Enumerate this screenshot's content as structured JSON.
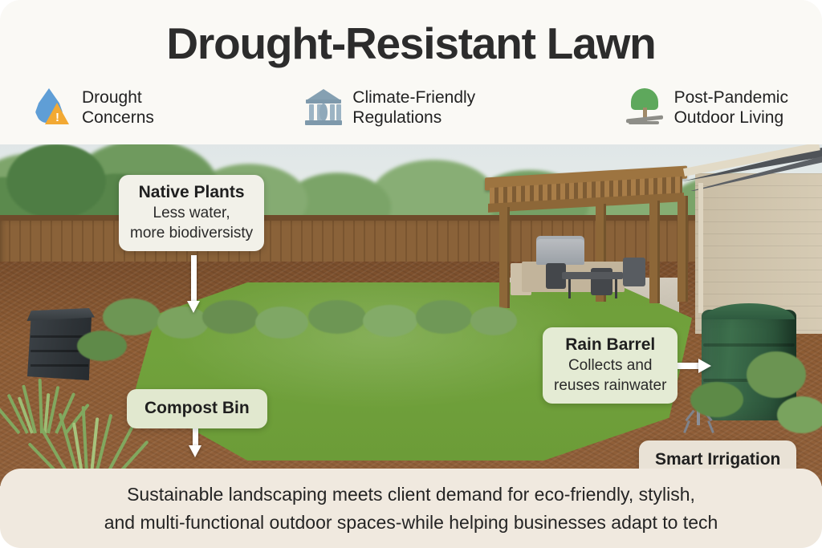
{
  "header": {
    "title": "Drought-Resistant Lawn",
    "chips": [
      {
        "icon": "water-drop-warning-icon",
        "line1": "Drought",
        "line2": "Concerns"
      },
      {
        "icon": "government-building-icon",
        "line1": "Climate-Friendly",
        "line2": "Regulations"
      },
      {
        "icon": "tree-bench-icon",
        "line1": "Post-Pandemic",
        "line2": "Outdoor Living"
      }
    ]
  },
  "callouts": {
    "native_plants": {
      "title": "Native Plants",
      "line1": "Less water,",
      "line2": "more biodiversisty"
    },
    "rain_barrel": {
      "title": "Rain Barrel",
      "line1": "Collects and",
      "line2": "reuses rainwater"
    },
    "compost_bin": {
      "title": "Compost Bin"
    },
    "smart_irrigation": {
      "title": "Smart Irrigation"
    }
  },
  "footer": {
    "line1": "Sustainable landscaping meets client demand for eco-friendly, stylish,",
    "line2": "and multi-functional outdoor spaces-while helping businesses adapt to tech"
  },
  "colors": {
    "card_bg": "#faf9f6",
    "title_text": "#2c2c2c",
    "footer_bg": "#f0e9df",
    "lawn_green": "#70a03b",
    "mulch_brown": "#8d5c34",
    "fence_brown": "#8a6239",
    "barrel_green": "#2f5b3f",
    "bin_charcoal": "#2e3337",
    "house_siding": "#cfc3ab",
    "roof_gray": "#4f5358",
    "pergola_wood": "#9d7440",
    "drop_blue": "#5f9ed6",
    "warning_orange": "#f2a933",
    "building_slate": "#85a0b2",
    "tree_green": "#5ea85c",
    "callout_cream": "#f2f1e9",
    "callout_sage": "#e4ebd4",
    "callout_beige": "#e9e2d6",
    "arrow_white": "#ffffff"
  }
}
